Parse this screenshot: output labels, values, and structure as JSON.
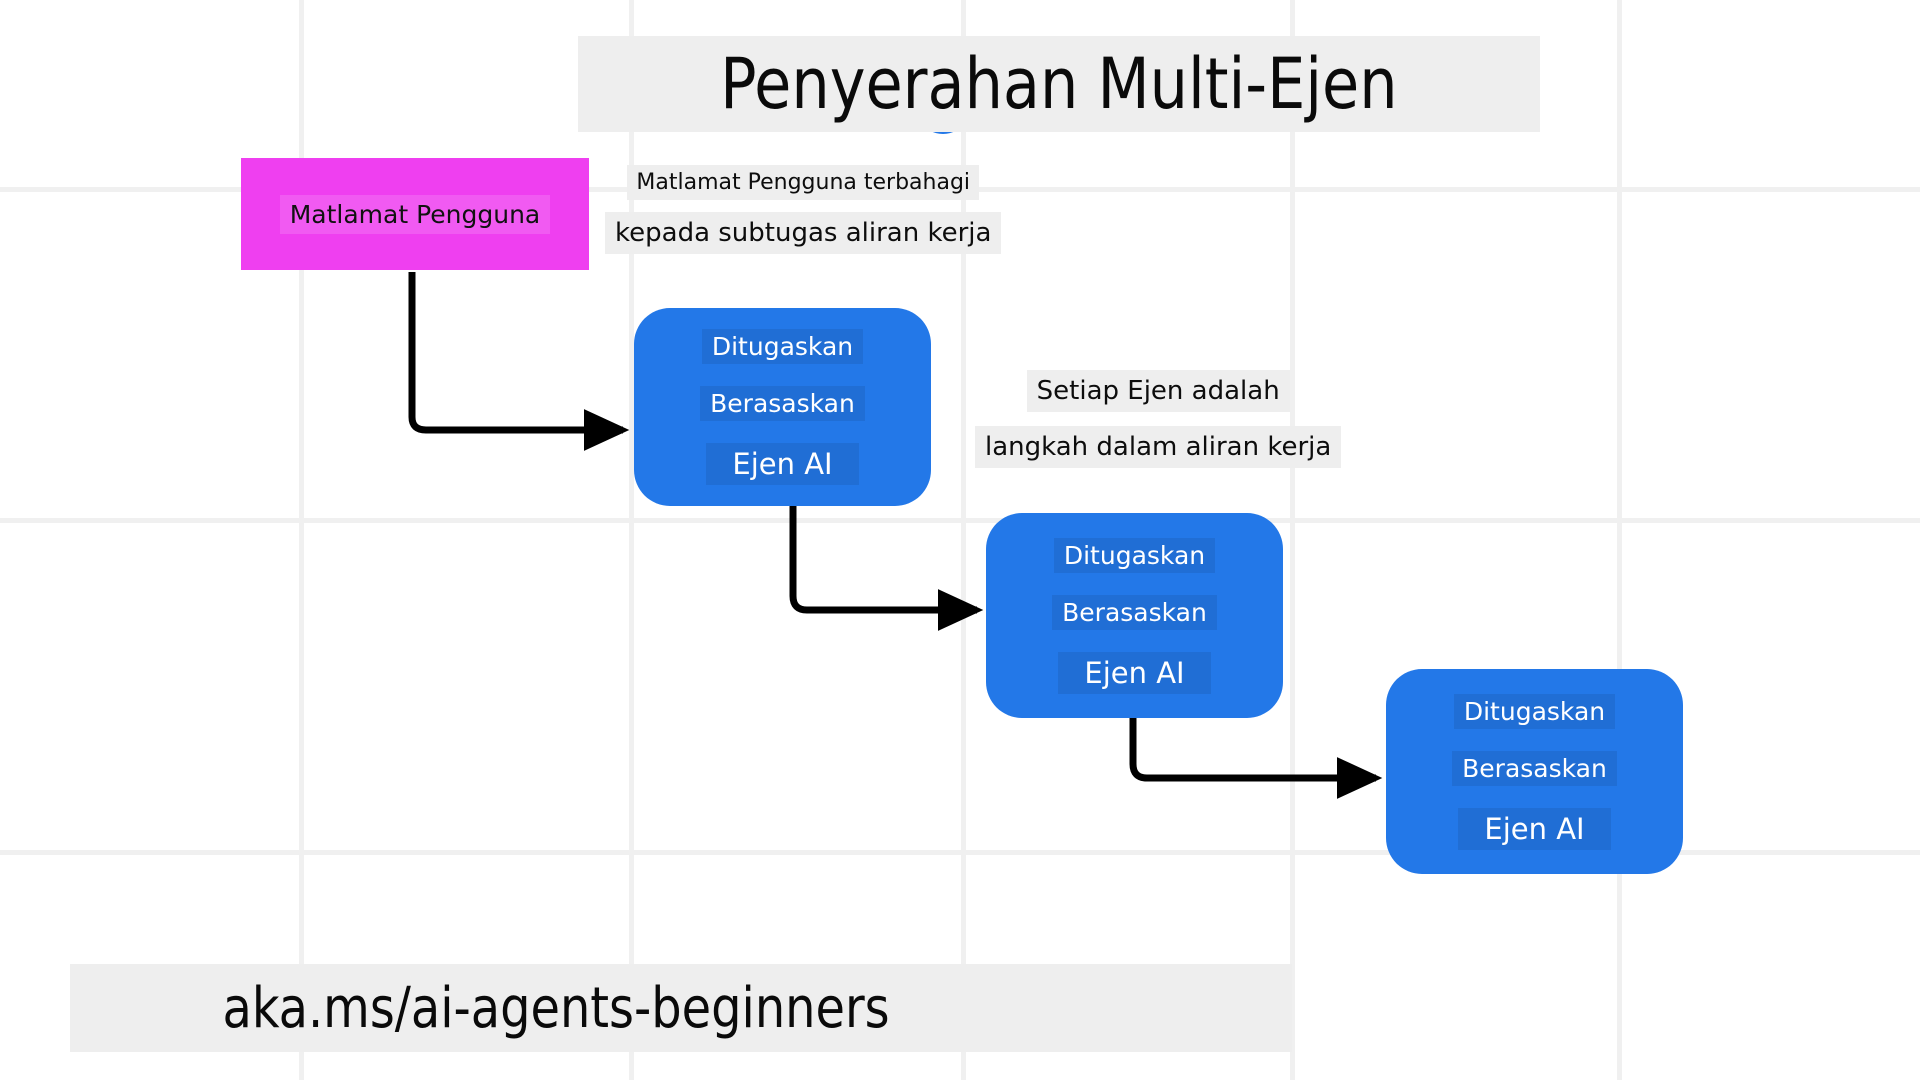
{
  "diagram": {
    "title": "Penyerahan Multi-Ejen",
    "footer_url": "aka.ms/ai-agents-beginners",
    "colors": {
      "agent_blue": "#2378e8",
      "goal_magenta": "#ef3ff0",
      "highlight_gray": "#eeeeee",
      "gridline": "#f0f0f0",
      "connector": "#000000",
      "background": "#ffffff"
    }
  },
  "goal_node": {
    "label": "Matlamat Pengguna"
  },
  "annotations": [
    {
      "name": "goal-split",
      "line1": "Matlamat Pengguna terbahagi",
      "line2": "kepada subtugas aliran kerja"
    },
    {
      "name": "agent-step",
      "line1": "Setiap Ejen adalah",
      "line2": "langkah dalam aliran kerja"
    }
  ],
  "agents": [
    {
      "line1": "Ditugaskan",
      "line2": "Berasaskan",
      "line3": "Ejen AI"
    },
    {
      "line1": "Ditugaskan",
      "line2": "Berasaskan",
      "line3": "Ejen AI"
    },
    {
      "line1": "Ditugaskan",
      "line2": "Berasaskan",
      "line3": "Ejen AI"
    }
  ]
}
